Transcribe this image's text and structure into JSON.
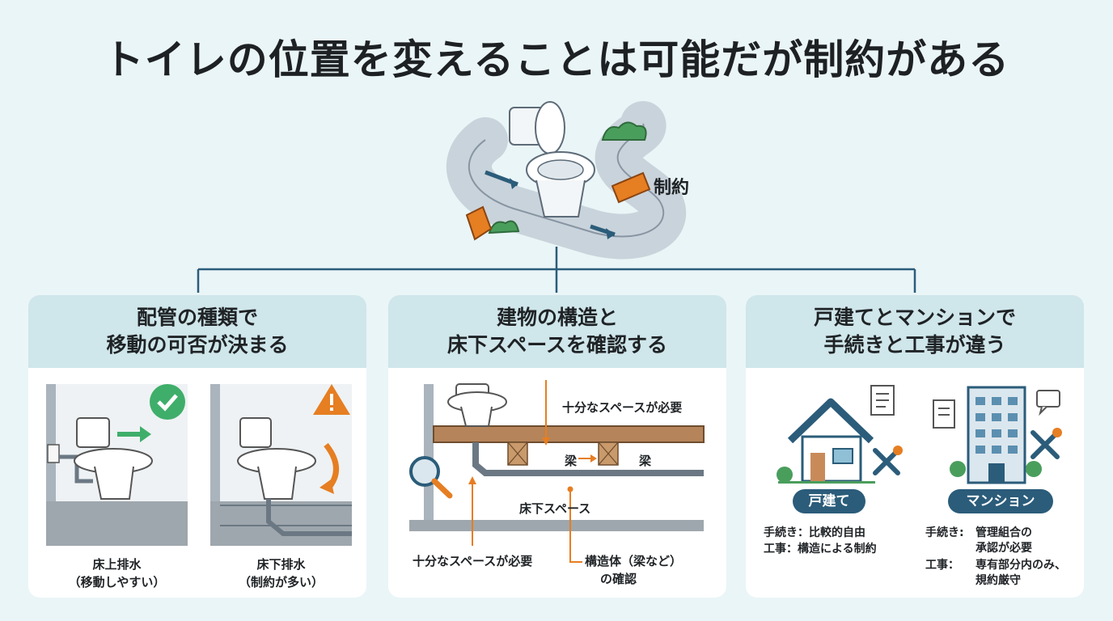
{
  "title": "トイレの位置を変えることは可能だが制約がある",
  "hero": {
    "constraint_label": "制約"
  },
  "colors": {
    "background": "#eaf5f7",
    "card_header": "#cfe6ea",
    "accent_blue": "#2b5c7a",
    "accent_orange": "#e67e22",
    "check_green": "#3fae6a"
  },
  "cards": [
    {
      "heading_line1": "配管の種類で",
      "heading_line2": "移動の可否が決まる",
      "left_label1": "床上排水",
      "left_label2": "（移動しやすい）",
      "right_label1": "床下排水",
      "right_label2": "（制約が多い）",
      "icons": [
        "check-icon",
        "warning-icon"
      ]
    },
    {
      "heading_line1": "建物の構造と",
      "heading_line2": "床下スペースを確認する",
      "space_needed_top": "十分なスペースが必要",
      "beam_a": "梁",
      "beam_b": "梁",
      "underfloor": "床下スペース",
      "space_needed_bottom": "十分なスペースが必要",
      "structure_line1": "構造体（梁など）",
      "structure_line2": "の確認"
    },
    {
      "heading_line1": "戸建てとマンションで",
      "heading_line2": "手続きと工事が違う",
      "house_pill": "戸建て",
      "mansion_pill": "マンション",
      "house_proc": "手続き：比較的自由",
      "house_work": "工事：構造による制約",
      "mansion_proc_key": "手続き:",
      "mansion_proc_val1": "管理組合の",
      "mansion_proc_val2": "承認が必要",
      "mansion_work_key": "工事：",
      "mansion_work_val1": "専有部分内のみ、",
      "mansion_work_val2": "規約厳守"
    }
  ]
}
